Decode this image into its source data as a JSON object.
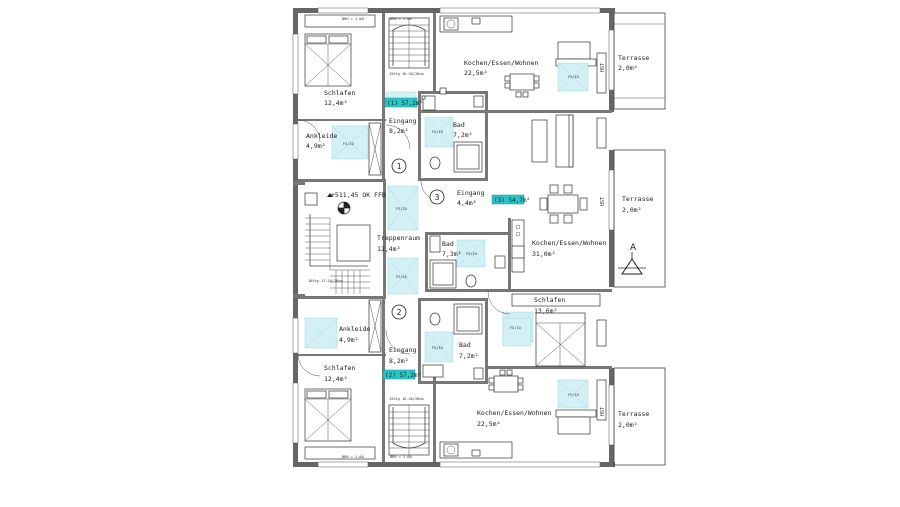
{
  "rooms": {
    "top_kitchen": {
      "name": "Kochen/Essen/Wohnen",
      "area": "22,5m²"
    },
    "top_bedroom": {
      "name": "Schlafen",
      "area": "12,4m²"
    },
    "top_dressing": {
      "name": "Ankleide",
      "area": "4,9m²"
    },
    "top_entrance": {
      "name": "Eingang",
      "area": "8,2m²"
    },
    "top_bath": {
      "name": "Bad",
      "area": "7,2m²"
    },
    "mid_entrance": {
      "name": "Eingang",
      "area": "4,4m²"
    },
    "mid_kitchen": {
      "name": "Kochen/Essen/Wohnen",
      "area": "31,0m²"
    },
    "mid_bath": {
      "name": "Bad",
      "area": "7,3m²"
    },
    "mid_bedroom": {
      "name": "Schlafen",
      "area": "13,6m²"
    },
    "stairwell": {
      "name": "Treppenraum",
      "area": "12,4m²"
    },
    "bot_dressing": {
      "name": "Ankleide",
      "area": "4,9m²"
    },
    "bot_bedroom": {
      "name": "Schlafen",
      "area": "12,4m²"
    },
    "bot_entrance": {
      "name": "Eingang",
      "area": "8,2m²"
    },
    "bot_bath": {
      "name": "Bad",
      "area": "7,2m²"
    },
    "bot_kitchen": {
      "name": "Kochen/Essen/Wohnen",
      "area": "22,5m²"
    }
  },
  "terraces": [
    {
      "name": "Terrasse",
      "area": "2,0m²"
    },
    {
      "name": "Terrasse",
      "area": "2,0m²"
    },
    {
      "name": "Terrasse",
      "area": "2,0m²"
    }
  ],
  "units": [
    {
      "number": "1",
      "badge": "(1) 57,2m²"
    },
    {
      "number": "3",
      "badge": "(3) 54,7m²"
    },
    {
      "number": "2",
      "badge": "(2) 57,2m²"
    }
  ],
  "level": "+511,45 OK FFB",
  "section_mark": "A",
  "hst": "HST",
  "brh": {
    "top_a": "BRH = 1.00",
    "top_b": "BRH = 1.00",
    "bot_a": "BRH = 1.00",
    "bot_b": "BRH = 1.00"
  },
  "stair_notes": {
    "top": "15Stg 16.40/28cm",
    "mid": "16Stg 17.54/28cm",
    "bot": "15Stg 16.40/28cm"
  },
  "fill_label": "FS/IO",
  "colors": {
    "wall": "#777777",
    "fixture_fill": "#d3f0f4",
    "unit_badge": "#2cc5c5"
  }
}
